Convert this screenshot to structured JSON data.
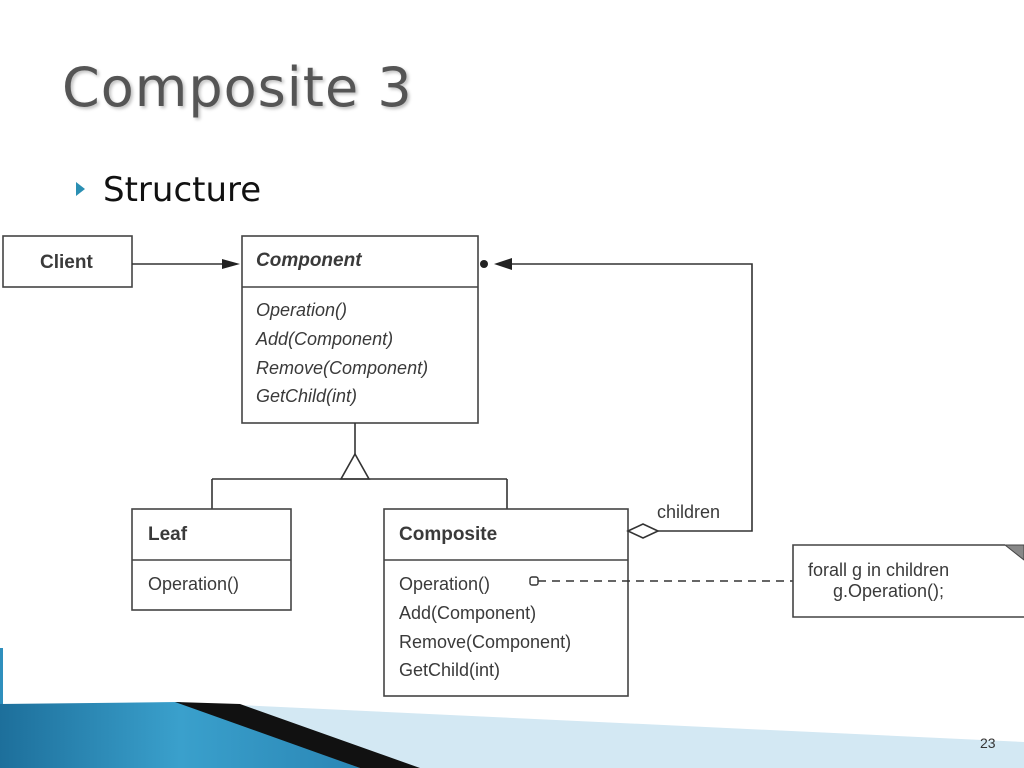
{
  "slide": {
    "title": "Composite 3",
    "bullet": "Structure",
    "page_number": "23"
  },
  "diagram": {
    "client": {
      "name": "Client"
    },
    "component": {
      "name": "Component",
      "operations": [
        "Operation()",
        "Add(Component)",
        "Remove(Component)",
        "GetChild(int)"
      ]
    },
    "leaf": {
      "name": "Leaf",
      "operations": [
        "Operation()"
      ]
    },
    "composite": {
      "name": "Composite",
      "operations": [
        "Operation()",
        "Add(Component)",
        "Remove(Component)",
        "GetChild(int)"
      ]
    },
    "aggregation_label": "children",
    "note": {
      "line1": "forall g in children",
      "line2": "g.Operation();"
    }
  },
  "colors": {
    "title": "#555555",
    "bullet": "#2a8fb3",
    "band_blue": "#2f8fbd",
    "band_light": "#cfe6f1"
  }
}
